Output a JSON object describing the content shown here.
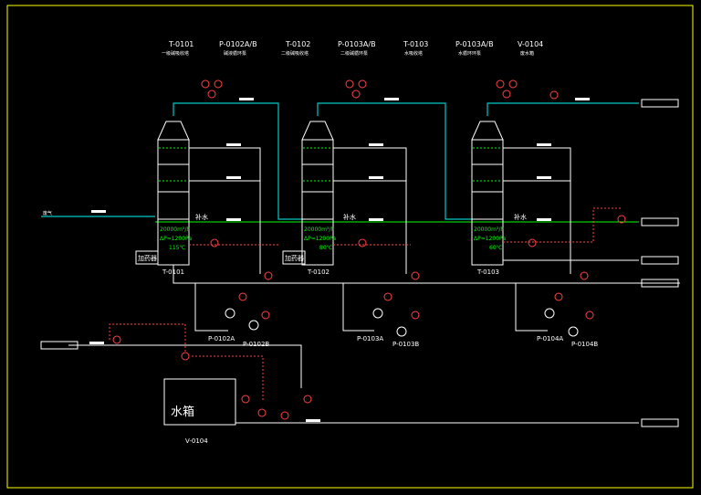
{
  "header": {
    "equipment": [
      {
        "tag": "T-0101",
        "desc": "一级碱吸收塔"
      },
      {
        "tag": "P-0102A/B",
        "desc": "碱液循环泵"
      },
      {
        "tag": "T-0102",
        "desc": "二级碱吸收塔"
      },
      {
        "tag": "P-0103A/B",
        "desc": "二级碱循环泵"
      },
      {
        "tag": "T-0103",
        "desc": "水吸收塔"
      },
      {
        "tag": "P-0103A/B",
        "desc": "水循环环泵"
      },
      {
        "tag": "V-0104",
        "desc": "废水箱"
      }
    ]
  },
  "towers": [
    {
      "tag": "T-0101",
      "flow": "20000m³/h",
      "dp": "ΔP=1200Pa",
      "temp": "115℃",
      "label_add": "加药器"
    },
    {
      "tag": "T-0102",
      "flow": "20000m³/h",
      "dp": "ΔP=1200Pa",
      "temp": "80℃",
      "label_add": "加药器"
    },
    {
      "tag": "T-0103",
      "flow": "20000m³/h",
      "dp": "ΔP=1200Pa",
      "temp": "60℃"
    }
  ],
  "makeup_water": [
    "补水",
    "补水",
    "补水"
  ],
  "pumps": [
    "P-0102A",
    "P-0102B",
    "P-0103A",
    "P-0103B",
    "P-0104A",
    "P-0104B"
  ],
  "tank": {
    "tag": "V-0104",
    "label": "水箱"
  },
  "inlet": {
    "label": "废气"
  },
  "colors": {
    "gas_line": "#00c8c8",
    "liquid_line": "#ffffff",
    "makeup_line": "#00ff00",
    "signal_line": "#ff4040",
    "instrument": "#ff4040",
    "frame": "#ffff00"
  }
}
